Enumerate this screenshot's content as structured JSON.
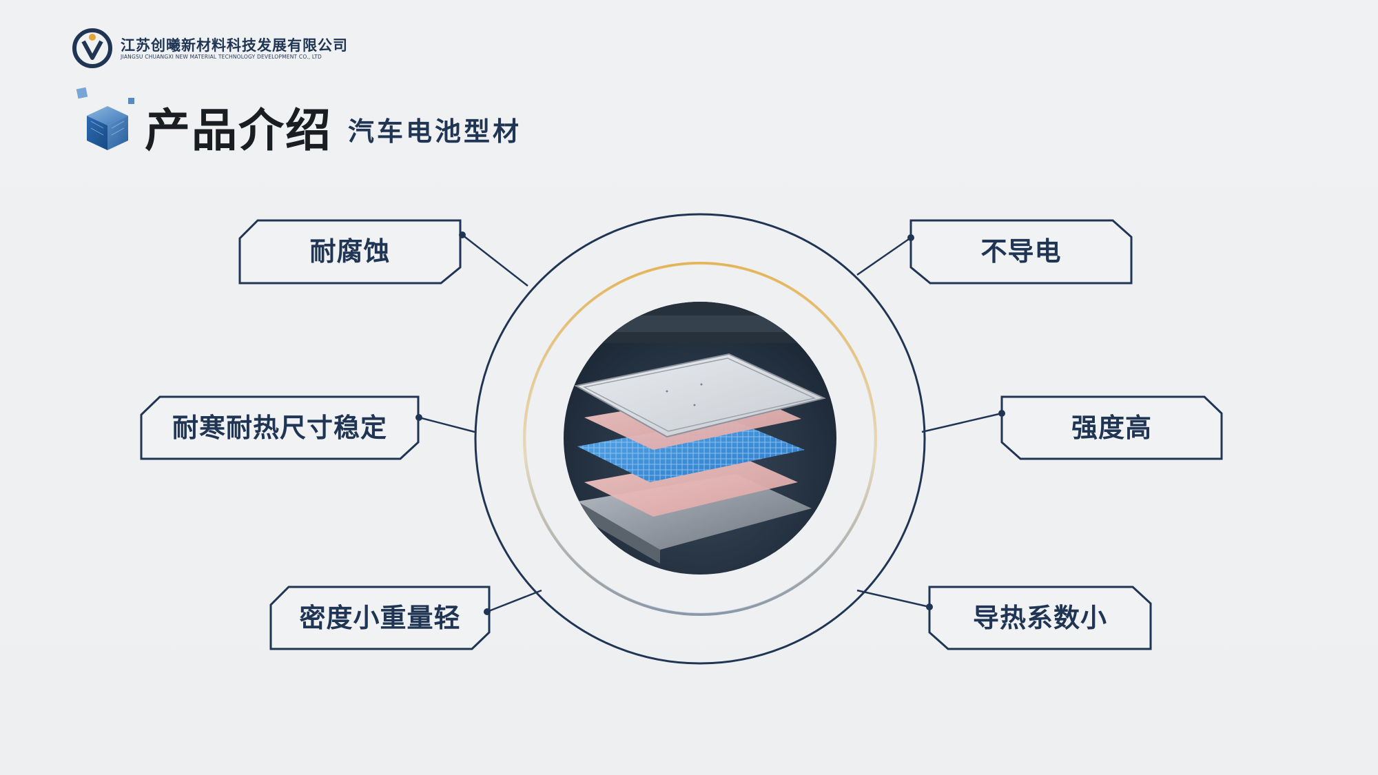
{
  "header": {
    "company_name": "江苏创曦新材料科技发展有限公司",
    "company_name_en": "JIANGSU CHUANGXI NEW MATERIAL TECHNOLOGY DEVELOPMENT CO., LTD"
  },
  "title": {
    "main": "产品介绍",
    "sub": "汽车电池型材"
  },
  "features": [
    {
      "label": "耐腐蚀"
    },
    {
      "label": "不导电"
    },
    {
      "label": "耐寒耐热尺寸稳定"
    },
    {
      "label": "强度高"
    },
    {
      "label": "密度小重量轻"
    },
    {
      "label": "导热系数小"
    }
  ],
  "colors": {
    "primary": "#1f3553",
    "accent_gold": "#e3b45a",
    "background": "#eef0f2"
  },
  "illustration": {
    "subject": "battery-pack-exploded-view"
  }
}
